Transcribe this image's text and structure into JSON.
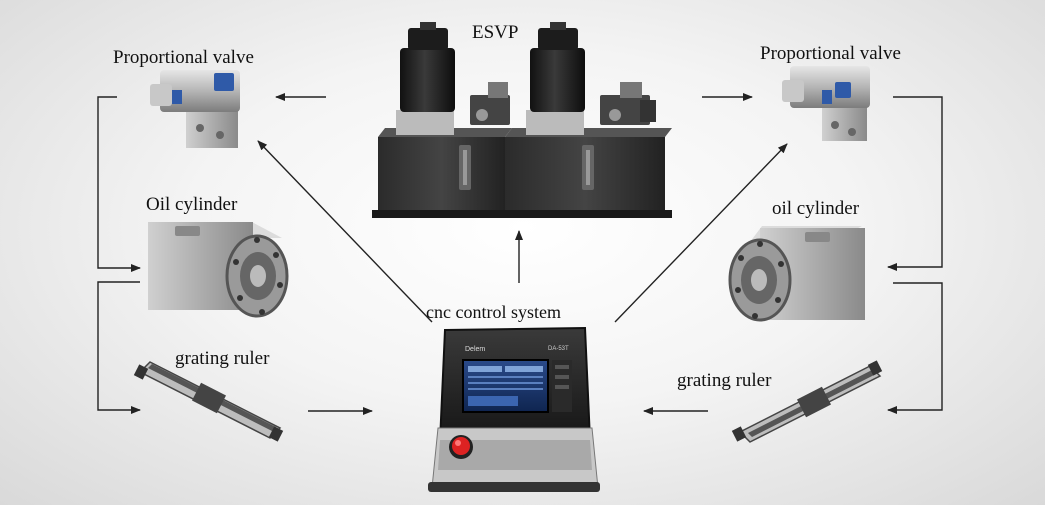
{
  "diagram": {
    "labels": {
      "esvp": "ESVP",
      "prop_valve_left": "Proportional valve",
      "prop_valve_right": "Proportional valve",
      "oil_cyl_left": "Oil cylinder",
      "oil_cyl_right": "oil cylinder",
      "grating_left": "grating ruler",
      "grating_right": "grating ruler",
      "cnc": "cnc control system"
    },
    "controller_screen": {
      "brand": "Delem",
      "model": "DA-53T"
    }
  }
}
